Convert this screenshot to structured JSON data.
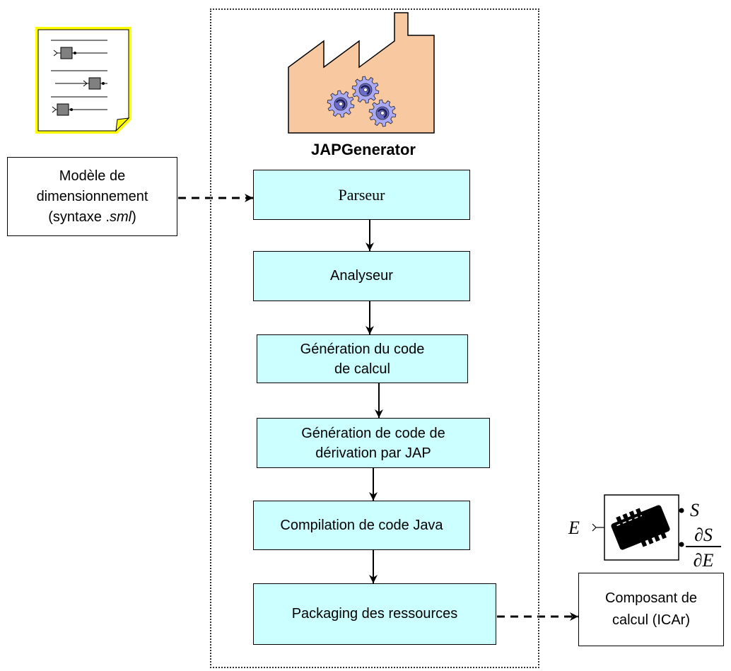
{
  "diagram": {
    "input": {
      "line1": "Modèle de",
      "line2": "dimensionnement",
      "line3_prefix": "(syntaxe .",
      "line3_italic": "sml",
      "line3_suffix": ")"
    },
    "generator": {
      "title": "JAPGenerator",
      "steps": [
        {
          "lines": [
            "Parseur"
          ]
        },
        {
          "lines": [
            "Analyseur"
          ]
        },
        {
          "lines": [
            "Génération du code",
            "de calcul"
          ]
        },
        {
          "lines": [
            "Génération de code de",
            "dérivation par JAP"
          ]
        },
        {
          "lines": [
            "Compilation de code Java"
          ]
        },
        {
          "lines": [
            "Packaging des ressources"
          ]
        }
      ]
    },
    "output": {
      "lines": [
        "Composant de",
        "calcul (ICAr)"
      ]
    },
    "component_symbol": {
      "input": "E",
      "output": "S",
      "derivative_numerator": "∂S",
      "derivative_denominator": "∂E"
    }
  },
  "icons": {
    "model_document": "document-icon",
    "generator": "factory-icon",
    "gears": "gear-icon",
    "component": "chip-icon"
  },
  "colors": {
    "step_fill": "#CCFFFF",
    "factory_fill": "#F8C8A0",
    "gear_fill": "#A9A9F5",
    "document_border": "#FFFF00",
    "document_block": "#808080"
  }
}
